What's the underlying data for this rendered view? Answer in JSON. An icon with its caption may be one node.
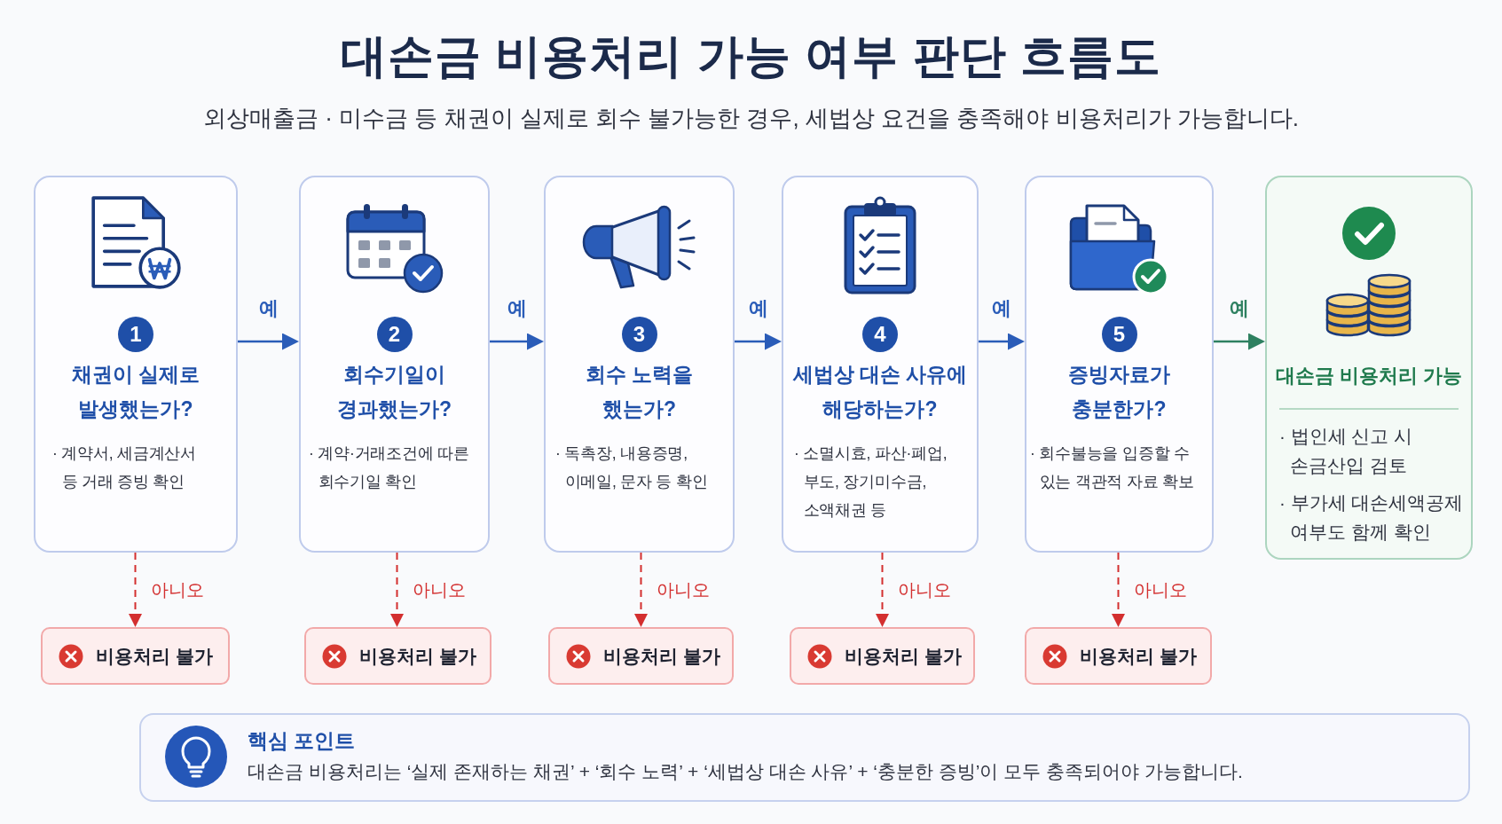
{
  "diagram": {
    "title": "대손금 비용처리 가능 여부 판단 흐름도",
    "nodes": [
      {
        "text": [
          "1",
          "채권이 실제로 발생했는가?",
          "· 계약서, 세금계산서 등 거래 증빙 확인"
        ]
      },
      {
        "text": [
          "2",
          "회수기일이 경과했는가?",
          "· 계약·거래조건에 따른 회수기일 확인"
        ]
      },
      {
        "text": [
          "3",
          "회수 노력을 했는가?",
          "· 독촉장, 내용증명, 이메일, 문자 등 확인"
        ]
      },
      {
        "text": [
          "4",
          "세법상 대손 사유에 해당하는가?",
          "· 소멸시효, 파산·폐업, 부도, 장기미수금, 소액채권 등"
        ]
      },
      {
        "text": [
          "5",
          "증빙자료가 충분한가?",
          "· 회수불능을 입증할 수 있는 객관적 자료 확보"
        ]
      },
      {
        "text": [
          "대손금 비용처리 가능",
          "· 법인세 신고 시 손금산입 검토",
          "· 부가세 대손세액공제 여부도 함께 확인"
        ]
      },
      {
        "text": [
          "비용처리 불가"
        ]
      },
      {
        "text": [
          "비용처리 불가"
        ]
      },
      {
        "text": [
          "비용처리 불가"
        ]
      },
      {
        "text": [
          "비용처리 불가"
        ]
      },
      {
        "text": [
          "비용처리 불가"
        ]
      },
      {
        "text": [
          "핵심 포인트",
          "대손금 비용처리는 ‘실제 존재하는 채권’ + ‘회수 노력’ + ‘세법상 대손 사유’ + ‘충분한 증빙’이 모두 충족되어야 가능합니다."
        ]
      }
    ],
    "edges": [
      {
        "from": 0,
        "to": 1,
        "arrow": "to",
        "label": "예",
        "color": "#2a5cb8"
      },
      {
        "from": 1,
        "to": 2,
        "arrow": "to",
        "label": "예",
        "color": "#2a5cb8"
      },
      {
        "from": 2,
        "to": 3,
        "arrow": "to",
        "label": "예",
        "color": "#2a5cb8"
      },
      {
        "from": 3,
        "to": 4,
        "arrow": "to",
        "label": "예",
        "color": "#2a5cb8"
      },
      {
        "from": 4,
        "to": 5,
        "arrow": "to",
        "label": "예",
        "color": "#2e8060"
      },
      {
        "from": 0,
        "to": 6,
        "arrow": "to",
        "label": "아니오",
        "style": "dashed",
        "color": "#d32f2f"
      },
      {
        "from": 1,
        "to": 7,
        "arrow": "to",
        "label": "아니오",
        "style": "dashed",
        "color": "#d32f2f"
      },
      {
        "from": 2,
        "to": 8,
        "arrow": "to",
        "label": "아니오",
        "style": "dashed",
        "color": "#d32f2f"
      },
      {
        "from": 3,
        "to": 9,
        "arrow": "to",
        "label": "아니오",
        "style": "dashed",
        "color": "#d32f2f"
      },
      {
        "from": 4,
        "to": 10,
        "arrow": "to",
        "label": "아니오",
        "style": "dashed",
        "color": "#d32f2f"
      }
    ],
    "labels": [
      "외상매출금 · 미수금 등 채권이 실제로 회수 불가능한 경우, 세법상 요건을 충족해야 비용처리가 가능합니다."
    ]
  }
}
